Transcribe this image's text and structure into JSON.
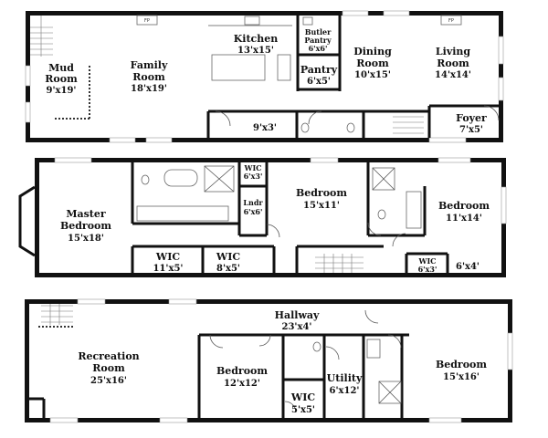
{
  "floor1": {
    "mud_room": {
      "name": "Mud\nRoom",
      "dim": "9'x19'"
    },
    "family_room": {
      "name": "Family\nRoom",
      "dim": "18'x19'"
    },
    "kitchen": {
      "name": "Kitchen",
      "dim": "13'x15'"
    },
    "butler_pantry": {
      "name": "Butler\nPantry",
      "dim": "6'x6'"
    },
    "pantry": {
      "name": "Pantry",
      "dim": "6'x5'"
    },
    "dining_room": {
      "name": "Dining\nRoom",
      "dim": "10'x15'"
    },
    "living_room": {
      "name": "Living\nRoom",
      "dim": "14'x14'"
    },
    "foyer": {
      "name": "Foyer",
      "dim": "7'x5'"
    },
    "hall_dim": "9'x3'",
    "fp_label": "FP"
  },
  "floor2": {
    "master_bedroom": {
      "name": "Master\nBedroom",
      "dim": "15'x18'"
    },
    "wic_a": {
      "name": "WIC",
      "dim": "6'x3'"
    },
    "laundry": {
      "name": "Lndr",
      "dim": "6'x6'"
    },
    "bedroom_a": {
      "name": "Bedroom",
      "dim": "15'x11'"
    },
    "bedroom_b": {
      "name": "Bedroom",
      "dim": "11'x14'"
    },
    "wic_b": {
      "name": "WIC",
      "dim": "11'x5'"
    },
    "wic_c": {
      "name": "WIC",
      "dim": "8'x5'"
    },
    "wic_d": {
      "name": "WIC",
      "dim": "6'x3'"
    },
    "closet_dim": "6'x4'"
  },
  "floor3": {
    "hallway": {
      "name": "Hallway",
      "dim": "23'x4'"
    },
    "recreation_room": {
      "name": "Recreation\nRoom",
      "dim": "25'x16'"
    },
    "bedroom_a": {
      "name": "Bedroom",
      "dim": "12'x12'"
    },
    "wic": {
      "name": "WIC",
      "dim": "5'x5'"
    },
    "utility": {
      "name": "Utility",
      "dim": "6'x12'"
    },
    "bedroom_b": {
      "name": "Bedroom",
      "dim": "15'x16'"
    }
  }
}
